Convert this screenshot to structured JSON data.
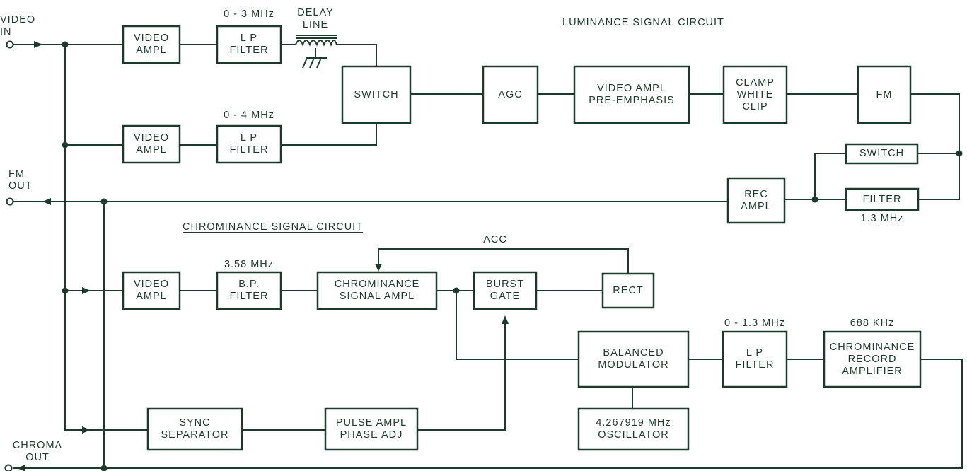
{
  "section_titles": {
    "luminance": "LUMINANCE SIGNAL CIRCUIT",
    "chrominance": "CHROMINANCE SIGNAL CIRCUIT"
  },
  "terminals": {
    "video_in": "VIDEO\nIN",
    "fm_out": "FM\nOUT",
    "chroma_out": "CHROMA\nOUT"
  },
  "blocks": {
    "video_ampl_1": "VIDEO\nAMPL",
    "lp_filter_1": "L P\nFILTER",
    "video_ampl_2": "VIDEO\nAMPL",
    "lp_filter_2": "L P\nFILTER",
    "switch_1": "SWITCH",
    "agc": "AGC",
    "video_ampl_preemph": "VIDEO AMPL\nPRE-EMPHASIS",
    "clamp_white_clip": "CLAMP\nWHITE\nCLIP",
    "fm": "FM",
    "switch_2": "SWITCH",
    "filter": "FILTER",
    "rec_ampl": "REC\nAMPL",
    "video_ampl_3": "VIDEO\nAMPL",
    "bp_filter": "B.P.\nFILTER",
    "chroma_signal_ampl": "CHROMINANCE\nSIGNAL AMPL",
    "burst_gate": "BURST\nGATE",
    "rect": "RECT",
    "balanced_modulator": "BALANCED\nMODULATOR",
    "lp_filter_3": "L P\nFILTER",
    "chroma_record_amp": "CHROMINANCE\nRECORD\nAMPLIFIER",
    "oscillator": "4.267919 MHz\nOSCILLATOR",
    "sync_separator": "SYNC\nSEPARATOR",
    "pulse_ampl": "PULSE AMPL\nPHASE ADJ"
  },
  "annotations": {
    "lp1_band": "0 - 3 MHz",
    "lp2_band": "0 - 4 MHz",
    "delay_line": "DELAY\nLINE",
    "filter_freq": "1.3 MHz",
    "bp_freq": "3.58 MHz",
    "acc": "ACC",
    "lp3_band": "0 - 1.3 MHz",
    "rec_amp_freq": "688 KHz"
  }
}
